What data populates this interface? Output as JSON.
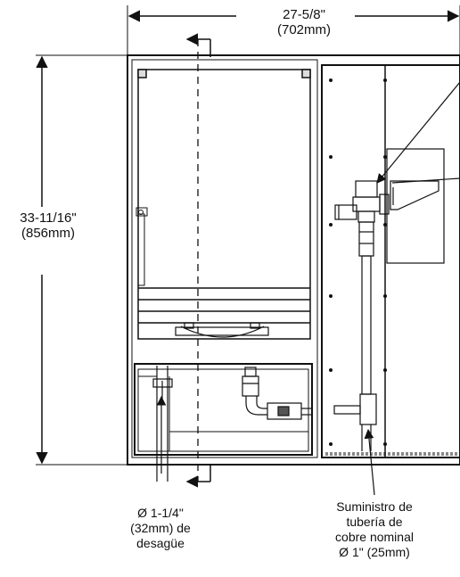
{
  "dimensions": {
    "width_imperial": "27-5/8\"",
    "width_metric": "(702mm)",
    "height_imperial": "33-11/16\"",
    "height_metric": "(856mm)"
  },
  "callouts": {
    "drain": [
      "Ø 1-1/4\"",
      "(32mm) de",
      "desagüe"
    ],
    "supply": [
      "Suministro de",
      "tubería de",
      "cobre nominal",
      "Ø 1\" (25mm)"
    ]
  }
}
